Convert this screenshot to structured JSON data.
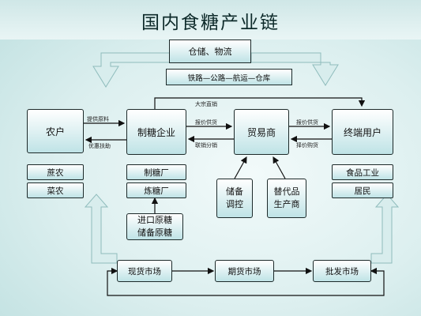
{
  "title": "国内食糖产业链",
  "top": {
    "storage": "仓储、物流",
    "route": "铁路—公路—航运—仓库"
  },
  "nodes": {
    "farmer": "农户",
    "refiner": "制糖企业",
    "trader": "贸易商",
    "enduser": "终端用户",
    "reserve_line1": "储备",
    "reserve_line2": "调控",
    "substitute_line1": "替代品",
    "substitute_line2": "生产商"
  },
  "tags": {
    "farmer": [
      "蔗农",
      "菜农"
    ],
    "refiner": [
      "制糖厂",
      "炼糖厂"
    ],
    "enduser": [
      "食品工业",
      "居民"
    ]
  },
  "imports": {
    "line1": "进口原糖",
    "line2": "储备原糖"
  },
  "markets": [
    "现货市场",
    "期货市场",
    "批发市场"
  ],
  "labels": {
    "supply_raw": "提供原料",
    "aid": "优惠扶助",
    "bulk_direct": "大宗直销",
    "quote_supply_1": "报价供货",
    "distribution": "联销分销",
    "quote_supply_2": "报价供货",
    "quote_purchase": "择价购货"
  }
}
